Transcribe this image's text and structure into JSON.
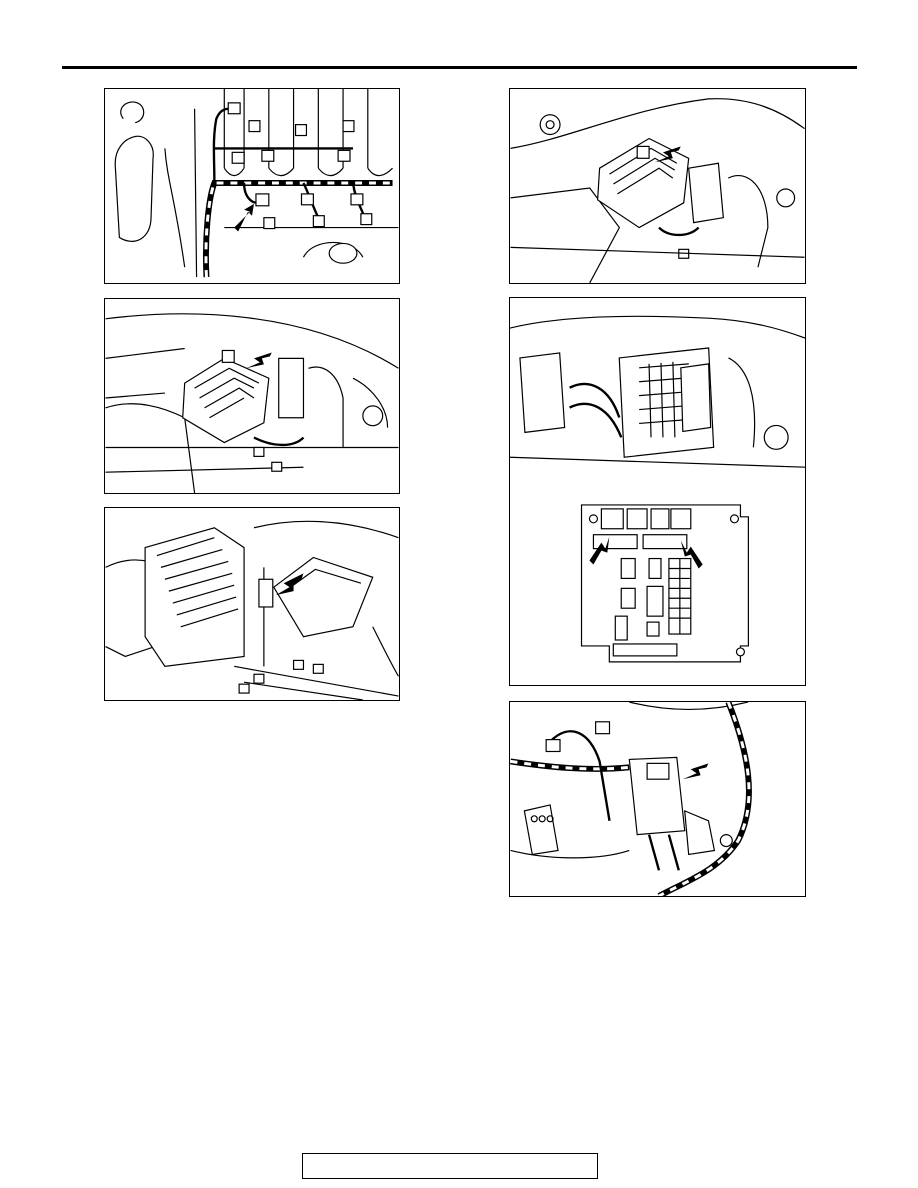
{
  "page": {
    "footer_text": ""
  },
  "figures": [
    {
      "id": "fig1",
      "subject": "engine-harness-connectors"
    },
    {
      "id": "fig2",
      "subject": "relay-box-connector"
    },
    {
      "id": "fig3",
      "subject": "air-cleaner-connector"
    },
    {
      "id": "fig4",
      "subject": "relay-box-top-view"
    },
    {
      "id": "fig5",
      "subject": "junction-block"
    },
    {
      "id": "fig6",
      "subject": "bracket-connector"
    }
  ]
}
